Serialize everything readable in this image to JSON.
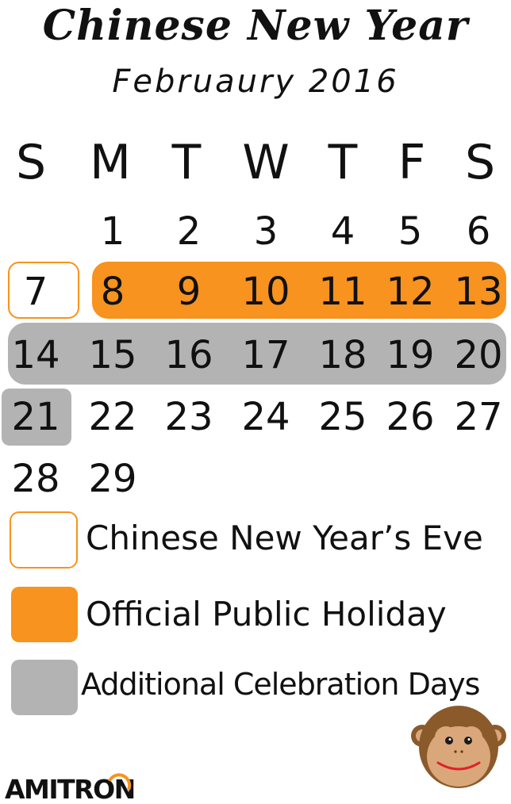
{
  "header": {
    "title": "Chinese New Year",
    "subtitle": "Februaury 2016"
  },
  "calendar": {
    "weekdays": [
      "S",
      "M",
      "T",
      "W",
      "T",
      "F",
      "S"
    ],
    "week1": [
      "1",
      "2",
      "3",
      "4",
      "5",
      "6"
    ],
    "week2": [
      "7",
      "8",
      "9",
      "10",
      "11",
      "12",
      "13"
    ],
    "week3": [
      "14",
      "15",
      "16",
      "17",
      "18",
      "19",
      "20"
    ],
    "week4": [
      "21",
      "22",
      "23",
      "24",
      "25",
      "26",
      "27"
    ],
    "week5": [
      "28",
      "29"
    ]
  },
  "legend": {
    "eve": "Chinese New Year’s Eve",
    "holiday": "Official Public Holiday",
    "additional": "Additional Celebration Days"
  },
  "brand": {
    "logo": "AMITRON"
  },
  "colors": {
    "orange": "#f7931e",
    "gray": "#b3b3b3"
  }
}
